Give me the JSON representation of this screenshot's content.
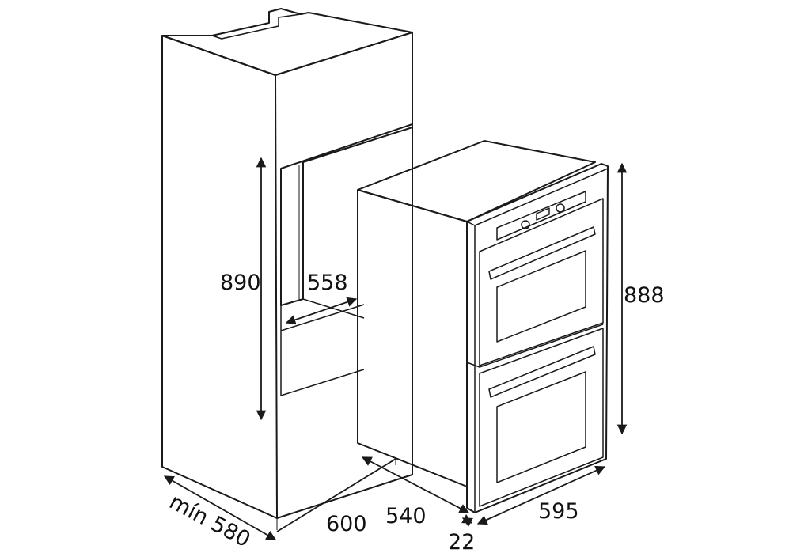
{
  "dimensions": {
    "cabinet_height": "890",
    "cabinet_depth": "558",
    "oven_height": "888",
    "min_width": "mín 580",
    "cabinet_width": "600",
    "oven_depth": "540",
    "oven_width": "595",
    "front_thickness": "22"
  }
}
